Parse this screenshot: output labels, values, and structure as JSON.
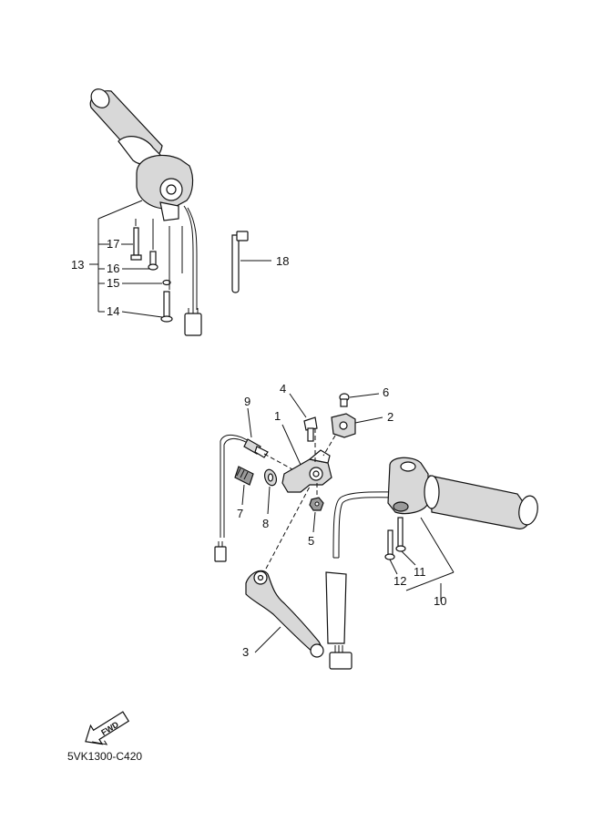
{
  "callouts": {
    "p1": "1",
    "p2": "2",
    "p3": "3",
    "p4": "4",
    "p5": "5",
    "p6": "6",
    "p7": "7",
    "p8": "8",
    "p9": "9",
    "p10": "10",
    "p11": "11",
    "p12": "12",
    "p13": "13",
    "p14": "14",
    "p15": "15",
    "p16": "16",
    "p17": "17",
    "p18": "18"
  },
  "fwd_label": "FWD",
  "diagram_code": "5VK1300-C420"
}
